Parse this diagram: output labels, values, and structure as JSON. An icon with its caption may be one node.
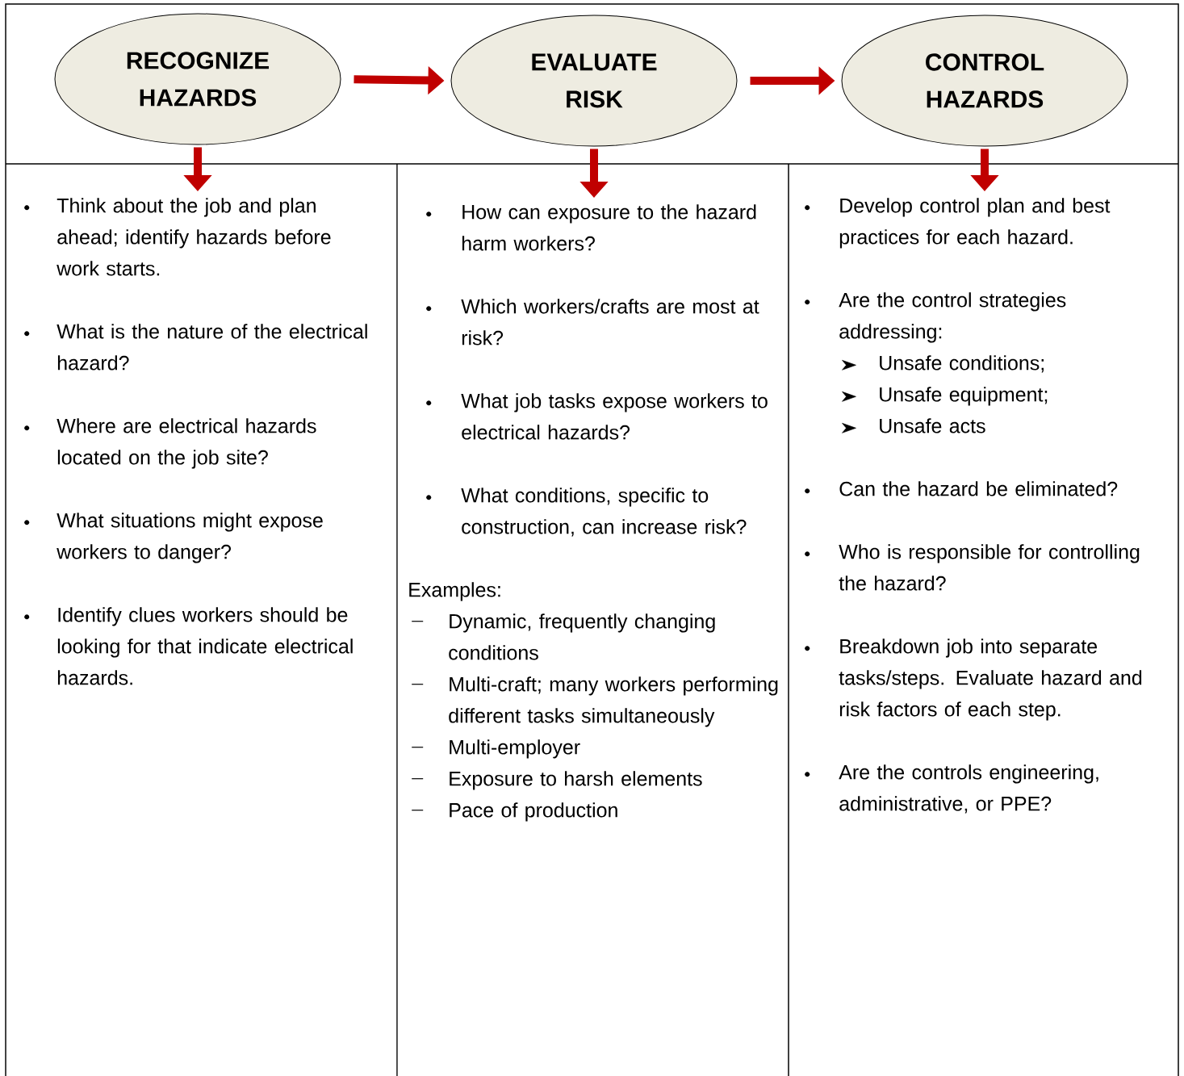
{
  "diagram": {
    "nodes": [
      {
        "text": [
          "RECOGNIZE HAZARDS"
        ]
      },
      {
        "text": [
          "EVALUATE RISK"
        ]
      },
      {
        "text": [
          "CONTROL HAZARDS"
        ]
      },
      {
        "text": [
          "Think about the job and plan ahead; identify hazards before work starts.",
          "What is the nature of the electrical hazard?",
          "Where are electrical hazards located on the job site?",
          "What situations might expose workers to danger?",
          "Identify clues workers should be looking for that indicate electrical hazards."
        ]
      },
      {
        "text": [
          "How can exposure to the hazard harm workers?",
          "Which workers/crafts are most at risk?",
          "What job tasks expose workers to electrical hazards?",
          "What conditions, specific to construction, can increase risk?",
          "Examples:",
          "Dynamic, frequently changing conditions",
          "Multi-craft; many workers performing different tasks simultaneously",
          "Multi-employer",
          "Exposure to harsh elements",
          "Pace of production"
        ]
      },
      {
        "text": [
          "Develop control plan and best practices for each hazard.",
          "Are the control strategies addressing:",
          "Unsafe conditions;",
          "Unsafe equipment;",
          "Unsafe acts",
          "Can the hazard be eliminated?",
          "Who is responsible for controlling the hazard?",
          "Breakdown job into separate tasks/steps.  Evaluate hazard and risk factors of each step.",
          "Are the controls engineering, administrative, or PPE?"
        ]
      }
    ],
    "edges": [
      {
        "from": 0,
        "to": 1,
        "arrow": "to"
      },
      {
        "from": 1,
        "to": 2,
        "arrow": "to"
      },
      {
        "from": 0,
        "to": 3,
        "arrow": "to"
      },
      {
        "from": 1,
        "to": 4,
        "arrow": "to"
      },
      {
        "from": 2,
        "to": 5,
        "arrow": "to"
      }
    ]
  }
}
